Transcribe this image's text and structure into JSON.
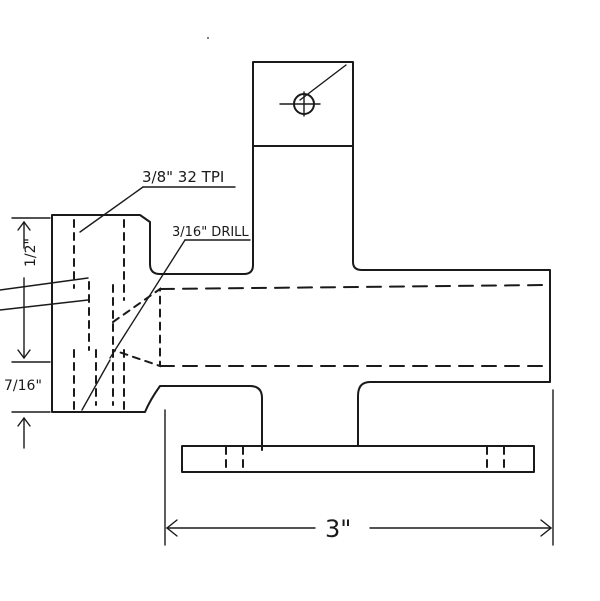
{
  "annotations": {
    "thread": "3/8\" 32 TPI",
    "drill": "3/16\" DRILL",
    "dim_half": "1/2\"",
    "dim_seven_sixteenths": "7/16\"",
    "dim_width": "3\""
  },
  "colors": {
    "ink": "#1a1a1a",
    "paper": "#ffffff"
  }
}
